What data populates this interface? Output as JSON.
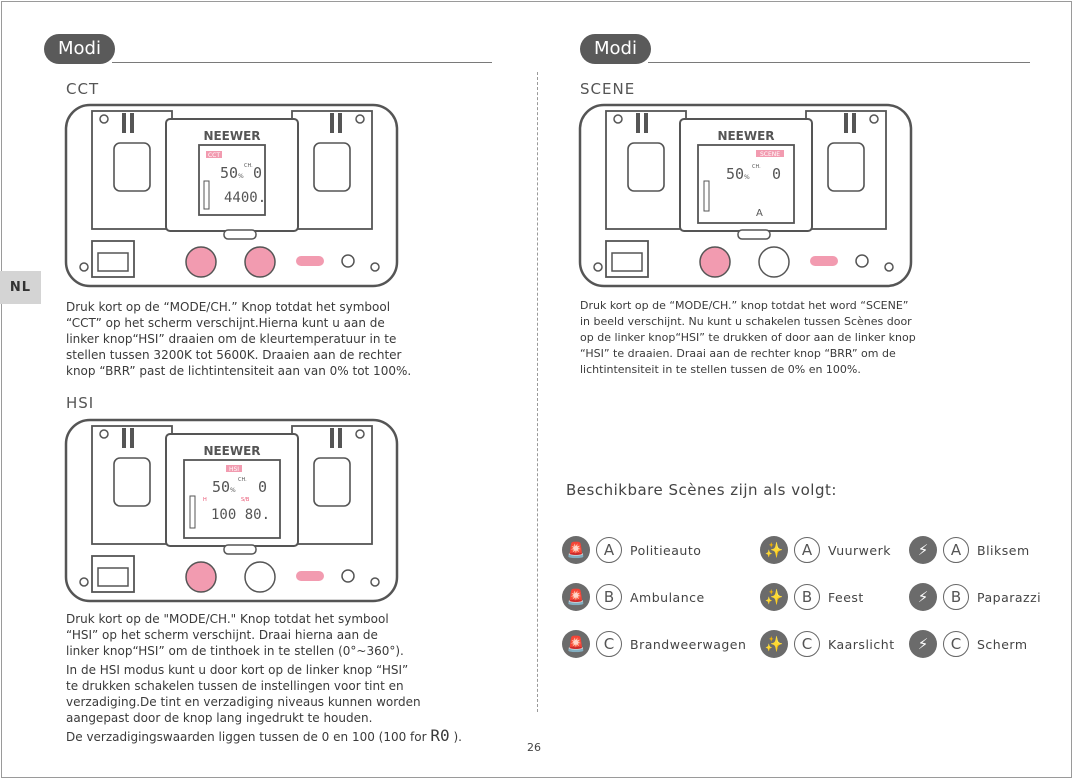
{
  "side_tab": "NL",
  "page_number": "26",
  "left": {
    "header": "Modi",
    "cct": {
      "title": "CCT",
      "text": "Druk kort op de “MODE/CH.” Knop totdat het symbool\n“CCT” op het scherm verschijnt.Hierna kunt u aan de\nlinker knop“HSI” draaien om de kleurtemperatuur in te\nstellen tussen 3200K tot 5600K. Draaien aan de rechter\nknop “BRR” past de lichtintensiteit aan van 0% tot 100%."
    },
    "hsi": {
      "title": "HSI",
      "text1": "Druk kort op de \"MODE/CH.\" Knop totdat het symbool\n“HSI” op het scherm verschijnt. Draai hierna aan de\nlinker knop“HSI” om de tinthoek in te stellen (0°~360°).",
      "text2": "In de HSI modus kunt u door kort op de linker knop “HSI”\nte drukken schakelen tussen de instellingen voor tint en\nverzadiging.De tint en verzadiging niveaus kunnen worden\naangepast door de knop lang ingedrukt te houden.",
      "text3": "De verzadigingswaarden liggen tussen de 0 en 100 (100 for",
      "text3_glyph": "R0",
      "text3_end": ")."
    }
  },
  "right": {
    "header": "Modi",
    "scene": {
      "title": "SCENE",
      "text": "Druk kort op de “MODE/CH.” knop totdat het word “SCENE”\nin beeld verschijnt. Nu kunt u schakelen tussen Scènes door\nop de linker knop“HSI” te drukken of door aan de linker knop\n“HSI” te draaien. Draai aan de rechter knop “BRR” om de\nlichtintensiteit in te stellen tussen de 0% en 100%."
    },
    "scenes_heading": "Beschikbare Scènes zijn als volgt:",
    "scenes": [
      {
        "icon": "police-light-icon",
        "letter": "A",
        "label": "Politieauto"
      },
      {
        "icon": "firework-icon",
        "letter": "A",
        "label": "Vuurwerk"
      },
      {
        "icon": "lightning-icon",
        "letter": "A",
        "label": "Bliksem"
      },
      {
        "icon": "police-light-icon",
        "letter": "B",
        "label": "Ambulance"
      },
      {
        "icon": "firework-icon",
        "letter": "B",
        "label": "Feest"
      },
      {
        "icon": "lightning-icon",
        "letter": "B",
        "label": "Paparazzi"
      },
      {
        "icon": "police-light-icon",
        "letter": "C",
        "label": "Brandweerwagen"
      },
      {
        "icon": "firework-icon",
        "letter": "C",
        "label": "Kaarslicht"
      },
      {
        "icon": "lightning-icon",
        "letter": "C",
        "label": "Scherm"
      }
    ]
  },
  "device": {
    "brand": "NEEWER",
    "cct_screen": {
      "mode": "CCT",
      "brightness": "50",
      "unit": "%",
      "ch_label": "CH.",
      "channel": "0",
      "value": "4400."
    },
    "hsi_screen": {
      "mode": "HSI",
      "brightness": "50",
      "unit": "%",
      "ch_label": "CH.",
      "channel": "0",
      "hue_label": "H",
      "sat_label": "S/B",
      "value": "100 80."
    },
    "scene_screen": {
      "mode": "SCENE",
      "brightness": "50",
      "unit": "%",
      "ch_label": "CH.",
      "channel": "0",
      "scene_letter": "A"
    }
  },
  "colors": {
    "accent": "#f29bb0",
    "accent_text": "#e8506f",
    "pill": "#5a5a5a",
    "icon": "#6b6b6b"
  }
}
